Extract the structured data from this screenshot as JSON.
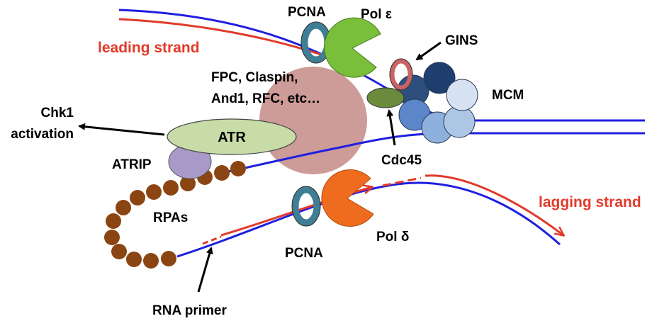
{
  "labels": {
    "pcna_top": "PCNA",
    "pol_epsilon": "Pol ε",
    "gins": "GINS",
    "leading_strand": "leading strand",
    "fpc_line1": "FPC, Claspin,",
    "fpc_line2": "And1, RFC, etc…",
    "mcm": "MCM",
    "chk1_line1": "Chk1",
    "chk1_line2": "activation",
    "atr": "ATR",
    "atrip": "ATRIP",
    "cdc45": "Cdc45",
    "lagging_strand": "lagging strand",
    "rpas": "RPAs",
    "pcna_bottom": "PCNA",
    "pol_delta": "Pol δ",
    "rna_primer": "RNA primer"
  },
  "colors": {
    "dna_blue": "#1f1fe0",
    "new_strand_red": "#e23a2a",
    "fork_complex": "#c48a86",
    "pol_epsilon": "#79bf3a",
    "pol_delta": "#ef6c1f",
    "pcna_ring": "#3e7f96",
    "gins_ring": "#c86464",
    "cdc45": "#6b8a3c",
    "atr": "#c8dca8",
    "atrip": "#a89ac8",
    "rpa": "#8b4513",
    "mcm_dark": "#1e3f6e",
    "mcm_mid": "#5b86c9",
    "mcm_light": "#c4d6ec"
  },
  "icons": {
    "arrow": "black-arrow",
    "pcna": "ring",
    "polymerase": "pac-man"
  }
}
